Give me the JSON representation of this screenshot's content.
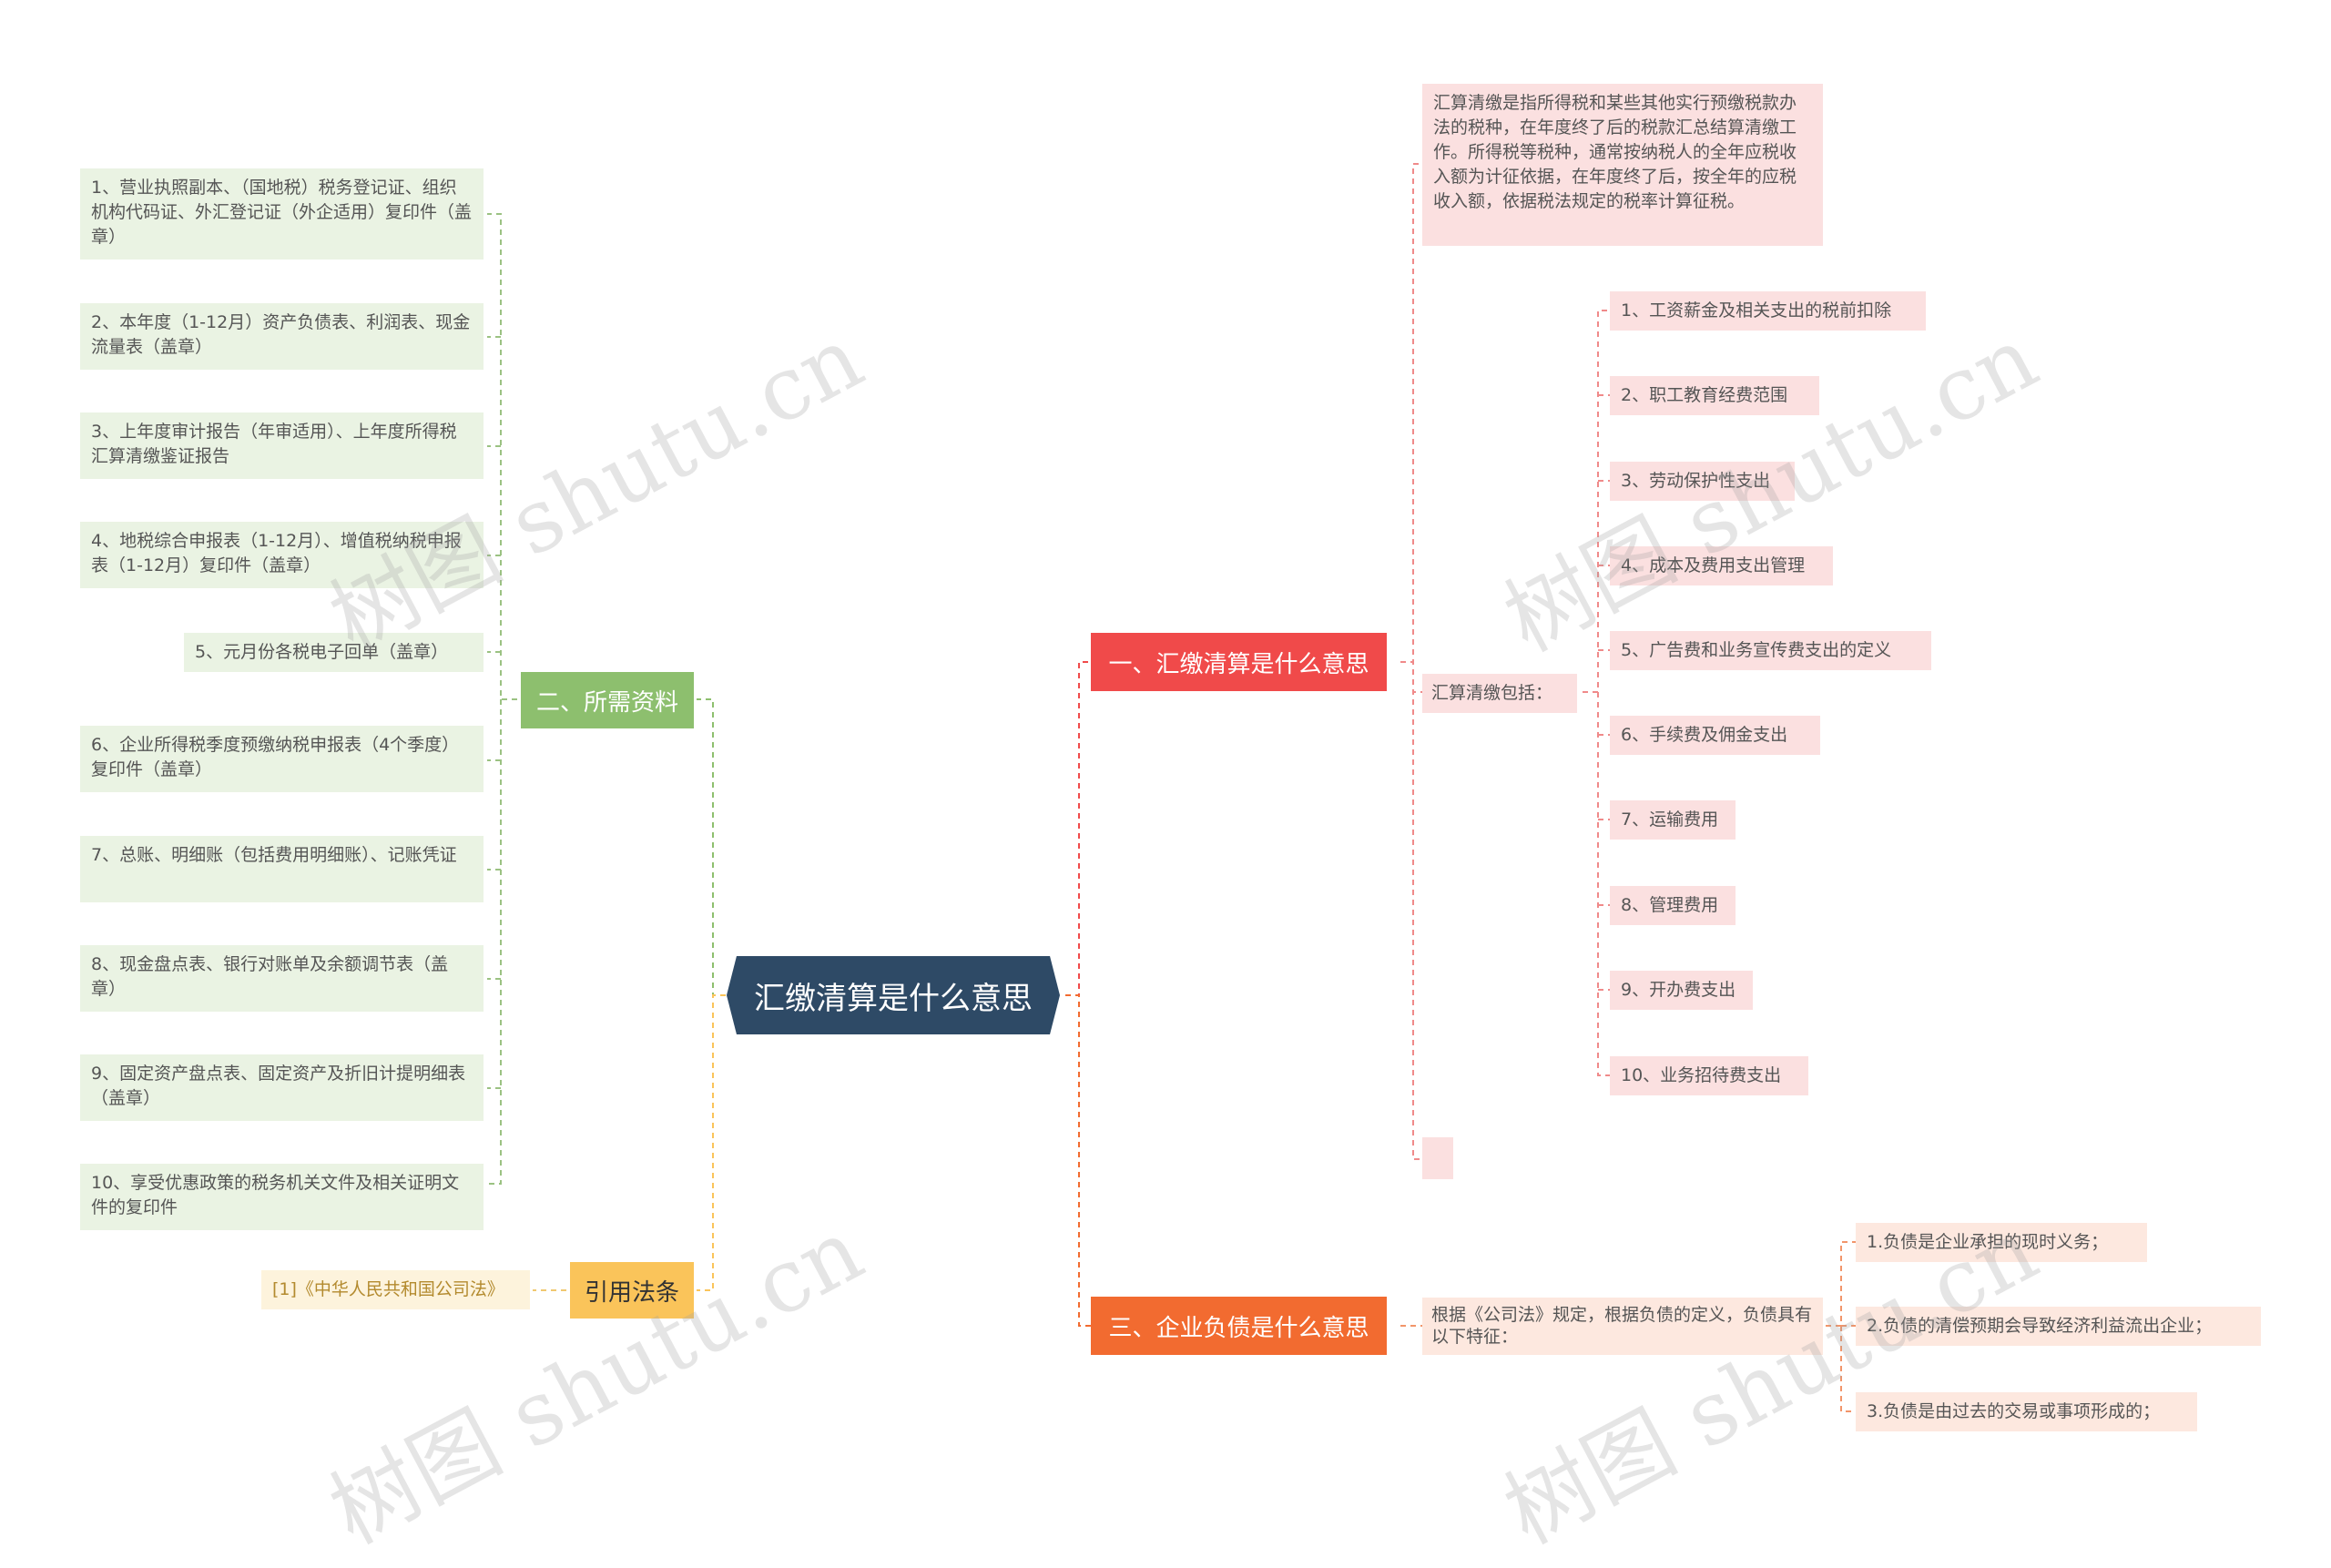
{
  "root": {
    "title": "汇缴清算是什么意思"
  },
  "branch1": {
    "title": "一、汇缴清算是什么意思",
    "definition": "汇算清缴是指所得税和某些其他实行预缴税款办法的税种，在年度终了后的税款汇总结算清缴工作。所得税等税种，通常按纳税人的全年应税收入额为计征依据，在年度终了后，按全年的应税收入额，依据税法规定的税率计算征税。",
    "includes_label": "汇算清缴包括：",
    "items": [
      "1、工资薪金及相关支出的税前扣除",
      "2、职工教育经费范围",
      "3、劳动保护性支出",
      "4、成本及费用支出管理",
      "5、广告费和业务宣传费支出的定义",
      "6、手续费及佣金支出",
      "7、运输费用",
      "8、管理费用",
      "9、开办费支出",
      "10、业务招待费支出"
    ]
  },
  "branch2": {
    "title": "二、所需资料",
    "items": [
      "1、营业执照副本、（国地税）税务登记证、组织机构代码证、外汇登记证（外企适用）复印件（盖章）",
      "2、本年度（1-12月）资产负债表、利润表、现金流量表（盖章）",
      "3、上年度审计报告（年审适用）、上年度所得税汇算清缴鉴证报告",
      "4、地税综合申报表（1-12月）、增值税纳税申报表（1-12月）复印件（盖章）",
      "5、元月份各税电子回单（盖章）",
      "6、企业所得税季度预缴纳税申报表（4个季度）复印件（盖章）",
      "7、总账、明细账（包括费用明细账）、记账凭证",
      "8、现金盘点表、银行对账单及余额调节表（盖章）",
      "9、固定资产盘点表、固定资产及折旧计提明细表（盖章）",
      "10、享受优惠政策的税务机关文件及相关证明文件的复印件"
    ]
  },
  "branch3": {
    "title": "三、企业负债是什么意思",
    "intro": "根据《公司法》规定，根据负债的定义，负债具有以下特征：",
    "items": [
      "1.负债是企业承担的现时义务；",
      "2.负债的清偿预期会导致经济利益流出企业；",
      "3.负债是由过去的交易或事项形成的；"
    ]
  },
  "branch4": {
    "title": "引用法条",
    "items": [
      "[1]《中华人民共和国公司法》"
    ]
  },
  "watermark": "树图 shutu.cn",
  "colors": {
    "root": "#2e4a66",
    "branch_red": "#f04a4a",
    "branch_orange": "#f26b30",
    "branch_green": "#8dbf6e",
    "branch_yellow": "#fac45a"
  }
}
